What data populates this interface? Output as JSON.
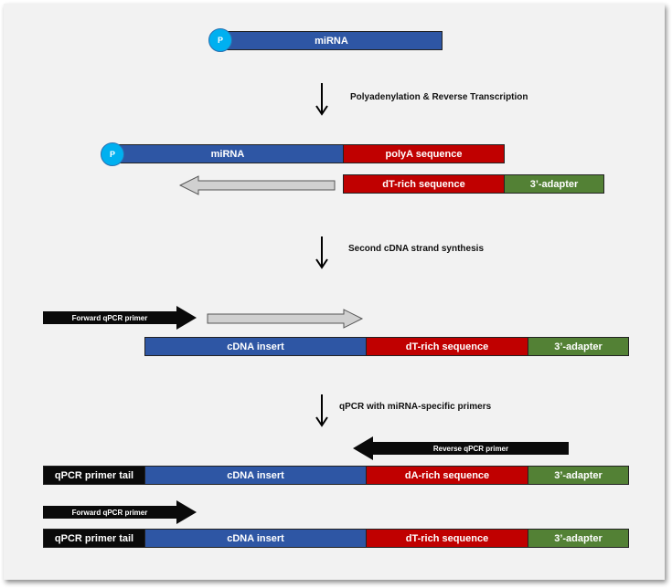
{
  "p_label": "P",
  "row1": {
    "mirna": "miRNA"
  },
  "step1": "Polyadenylation & Reverse Transcription",
  "row2": {
    "mirna": "miRNA",
    "polya": "polyA sequence"
  },
  "row3": {
    "dt": "dT-rich sequence",
    "adapter": "3’-adapter"
  },
  "step2": "Second cDNA strand synthesis",
  "row4": {
    "forward": "Forward qPCR primer"
  },
  "row5": {
    "insert": "cDNA insert",
    "dt": "dT-rich sequence",
    "adapter": "3’-adapter"
  },
  "step3": "qPCR with miRNA-specific primers",
  "row6": {
    "reverse": "Reverse qPCR primer"
  },
  "row7": {
    "tail": "qPCR primer tail",
    "insert": "cDNA insert",
    "da": "dA-rich sequence",
    "adapter": "3’-adapter"
  },
  "row8": {
    "forward": "Forward qPCR primer"
  },
  "row9": {
    "tail": "qPCR primer tail",
    "insert": "cDNA insert",
    "dt": "dT-rich sequence",
    "adapter": "3’-adapter"
  },
  "colors": {
    "blue": "#2e56a4",
    "red": "#c00000",
    "green": "#538135",
    "cyan": "#00b0f0",
    "grey": "#d0d0d0",
    "black": "#0a0a0a"
  }
}
